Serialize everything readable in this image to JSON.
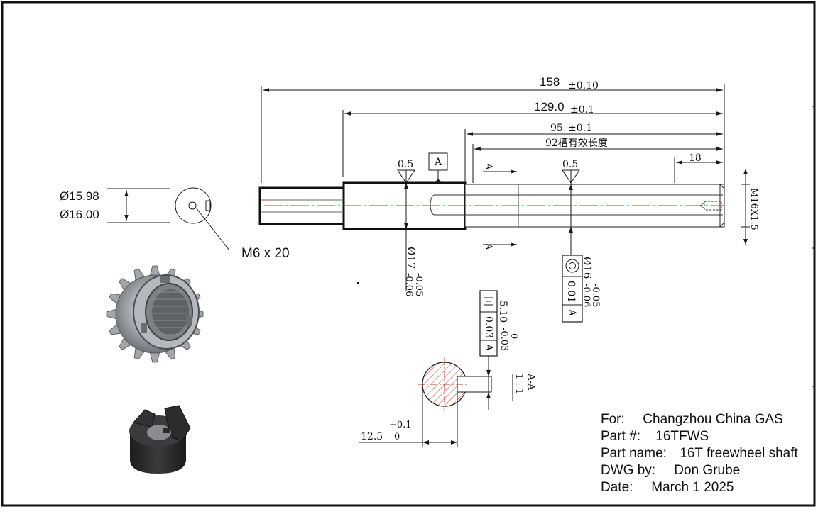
{
  "dimensions": {
    "overall_length": "158",
    "overall_tol": "±0.10",
    "length_129": "129.0",
    "tol_129": "±0.1",
    "length_95": "95",
    "tol_95": "±0.1",
    "groove_length": "92槽有效长度",
    "end_length": "18",
    "thread_callout": "M16X1.5",
    "runout_left": "0.5",
    "runout_right": "0.5",
    "datum_label": "A",
    "section_label_top": "A",
    "section_label_bottom": "A",
    "dia17_main": "Ø17",
    "dia17_upper": "-0.05",
    "dia17_lower": "-0.06",
    "dia16_main": "Ø16",
    "dia16_upper": "-0.05",
    "dia16_lower": "-0.06",
    "conc_value": "0.01",
    "conc_datum": "A",
    "key_sym_value": "0.03",
    "key_sym_datum": "A",
    "key_width": "5.10",
    "key_width_upper": "0",
    "key_width_lower": "-0.03",
    "section_name": "A-A",
    "section_scale": "1 : 1",
    "depth_value": "12.5",
    "depth_upper": "+0.1",
    "depth_lower": "0"
  },
  "end_view": {
    "dia_min": "Ø15.98",
    "dia_max": "Ø16.00",
    "hole_callout": "M6 x 20"
  },
  "title_block": {
    "for_label": "For:",
    "for_value": "Changzhou China GAS",
    "part_label": "Part #:",
    "part_value": "16TFWS",
    "name_label": "Part name:",
    "name_value": "16T freewheel shaft",
    "dwg_label": "DWG by:",
    "dwg_value": "Don Grube",
    "date_label": "Date:",
    "date_value": "March 1 2025"
  },
  "colors": {
    "line": "#1a1a1a",
    "centerline": "#c0392b",
    "hatch": "#c0392b",
    "metal_light": "#c9ccd0",
    "metal_dark": "#6f7378",
    "black_part": "#2a2a2c"
  }
}
